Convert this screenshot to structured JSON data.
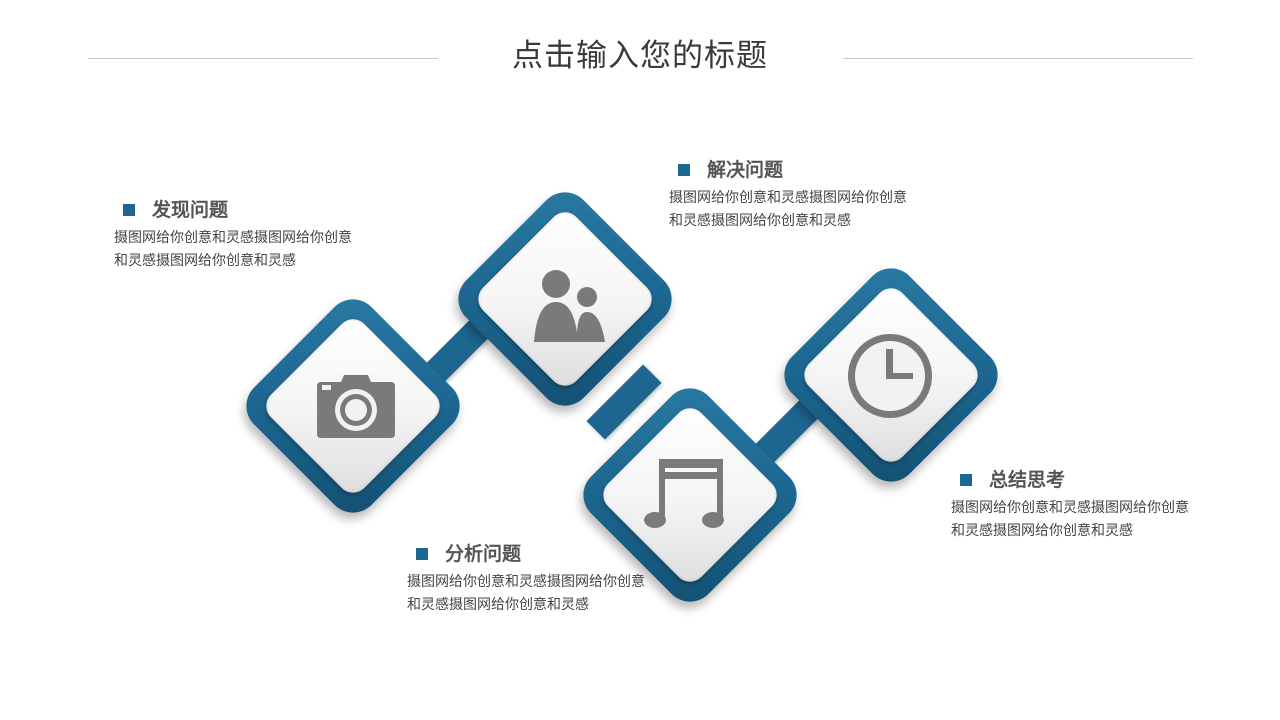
{
  "title": "点击输入您的标题",
  "steps": [
    {
      "heading": "发现问题",
      "text": "摄图网给你创意和灵感摄图网给你创意和灵感摄图网给你创意和灵感",
      "icon": "camera-icon"
    },
    {
      "heading": "解决问题",
      "text": "摄图网给你创意和灵感摄图网给你创意和灵感摄图网给你创意和灵感",
      "icon": "people-icon"
    },
    {
      "heading": "分析问题",
      "text": "摄图网给你创意和灵感摄图网给你创意和灵感摄图网给你创意和灵感",
      "icon": "music-note-icon"
    },
    {
      "heading": "总结思考",
      "text": "摄图网给你创意和灵感摄图网给你创意和灵感摄图网给你创意和灵感",
      "icon": "clock-icon"
    }
  ],
  "colors": {
    "accent": "#1d6690",
    "icon_gray": "#7a7a7a",
    "title_text": "#3a3a3a",
    "body_text": "#444444"
  }
}
